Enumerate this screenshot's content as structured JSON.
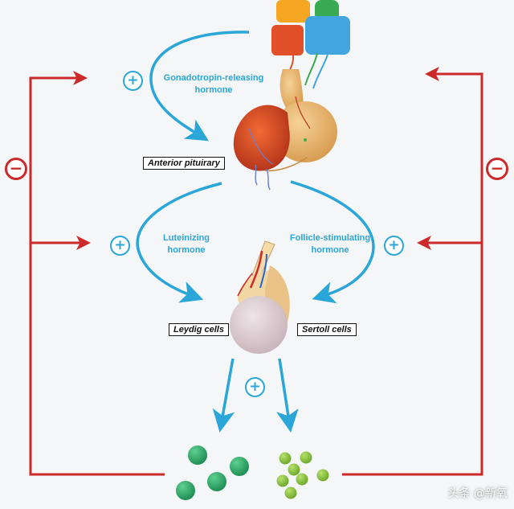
{
  "colors": {
    "hormone_blue": "#2aa6d8",
    "feedback_red": "#cc2a2a",
    "dark_green": "#2ea96a",
    "light_green": "#8cc63f",
    "pituitary_orange": "#e2502a",
    "pituitary_tan": "#e9b870"
  },
  "labels": {
    "gnrh": "Gonadotropin-releasing\nhormone",
    "lh": "Luteinizing\nhormone",
    "fsh": "Follicle-stimulating\nhormone"
  },
  "boxes": {
    "anterior_pituitary": "Anterior pituirary",
    "leydig": "Leydig cells",
    "sertoli": "Sertoll cells"
  },
  "signs": {
    "plus": "+",
    "minus": "−"
  },
  "watermark": "头条 @新氧",
  "icons": [
    "hypothalamus-icon",
    "pituitary-icon",
    "testis-icon",
    "testosterone-molecule-icon",
    "inhibin-molecule-icon"
  ]
}
